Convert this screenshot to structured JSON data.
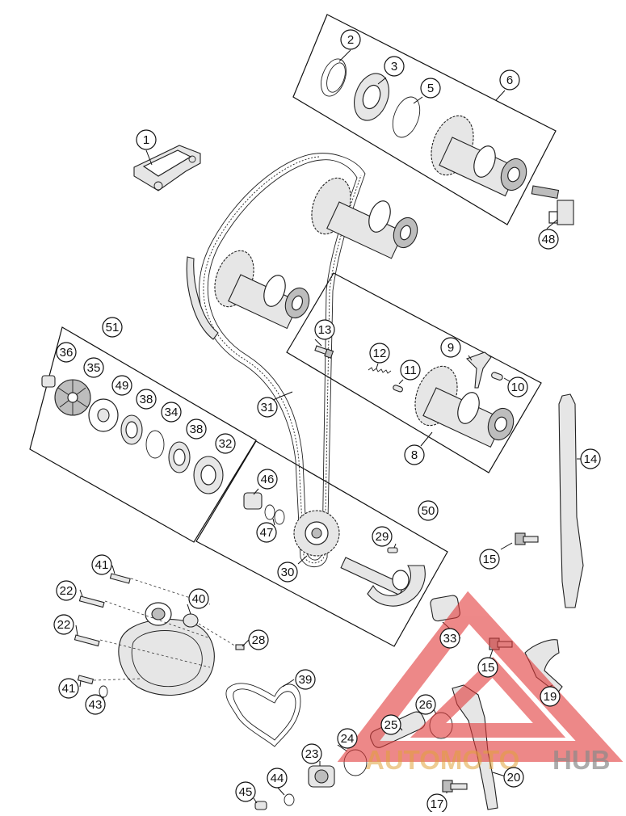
{
  "diagram": {
    "callouts": [
      {
        "id": "c1",
        "label": "1"
      },
      {
        "id": "c2",
        "label": "2"
      },
      {
        "id": "c3",
        "label": "3"
      },
      {
        "id": "c5",
        "label": "5"
      },
      {
        "id": "c6",
        "label": "6"
      },
      {
        "id": "c48",
        "label": "48"
      },
      {
        "id": "c13",
        "label": "13"
      },
      {
        "id": "c12",
        "label": "12"
      },
      {
        "id": "c9",
        "label": "9"
      },
      {
        "id": "c11",
        "label": "11"
      },
      {
        "id": "c10",
        "label": "10"
      },
      {
        "id": "c8",
        "label": "8"
      },
      {
        "id": "c51",
        "label": "51"
      },
      {
        "id": "c36",
        "label": "36"
      },
      {
        "id": "c35",
        "label": "35"
      },
      {
        "id": "c49",
        "label": "49"
      },
      {
        "id": "c38a",
        "label": "38"
      },
      {
        "id": "c34",
        "label": "34"
      },
      {
        "id": "c38b",
        "label": "38"
      },
      {
        "id": "c32",
        "label": "32"
      },
      {
        "id": "c31",
        "label": "31"
      },
      {
        "id": "c14",
        "label": "14"
      },
      {
        "id": "c46",
        "label": "46"
      },
      {
        "id": "c47",
        "label": "47"
      },
      {
        "id": "c50",
        "label": "50"
      },
      {
        "id": "c29",
        "label": "29"
      },
      {
        "id": "c30",
        "label": "30"
      },
      {
        "id": "c15a",
        "label": "15"
      },
      {
        "id": "c41a",
        "label": "41"
      },
      {
        "id": "c22a",
        "label": "22"
      },
      {
        "id": "c40",
        "label": "40"
      },
      {
        "id": "c22b",
        "label": "22"
      },
      {
        "id": "c28",
        "label": "28"
      },
      {
        "id": "c33",
        "label": "33"
      },
      {
        "id": "c15b",
        "label": "15"
      },
      {
        "id": "c19",
        "label": "19"
      },
      {
        "id": "c39",
        "label": "39"
      },
      {
        "id": "c41b",
        "label": "41"
      },
      {
        "id": "c43",
        "label": "43"
      },
      {
        "id": "c26",
        "label": "26"
      },
      {
        "id": "c25",
        "label": "25"
      },
      {
        "id": "c24",
        "label": "24"
      },
      {
        "id": "c23",
        "label": "23"
      },
      {
        "id": "c44",
        "label": "44"
      },
      {
        "id": "c45",
        "label": "45"
      },
      {
        "id": "c20",
        "label": "20"
      },
      {
        "id": "c17",
        "label": "17"
      }
    ]
  },
  "watermark": {
    "word_part1": "AUTOMOTO",
    "word_part2": "HUB",
    "accent_color": "#e23a3a",
    "gold_color": "#e0a23a",
    "gray_color": "#8a8a8a"
  }
}
